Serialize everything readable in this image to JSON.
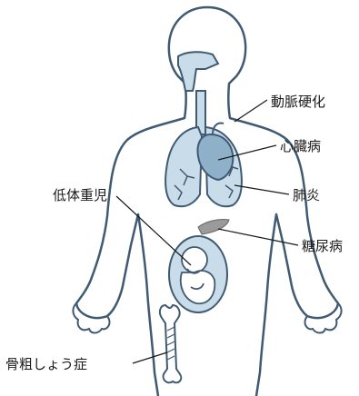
{
  "labels": {
    "arteriosclerosis": "動脈硬化",
    "heart_disease": "心臓病",
    "pneumonia": "肺炎",
    "low_birth_weight": "低体重児",
    "diabetes": "糖尿病",
    "osteoporosis": "骨粗しょう症"
  },
  "colors": {
    "outline": "#3f5a72",
    "organ_fill": "#c9dcea",
    "heart_fill": "#8fb0c9",
    "text": "#1a1a1a"
  }
}
